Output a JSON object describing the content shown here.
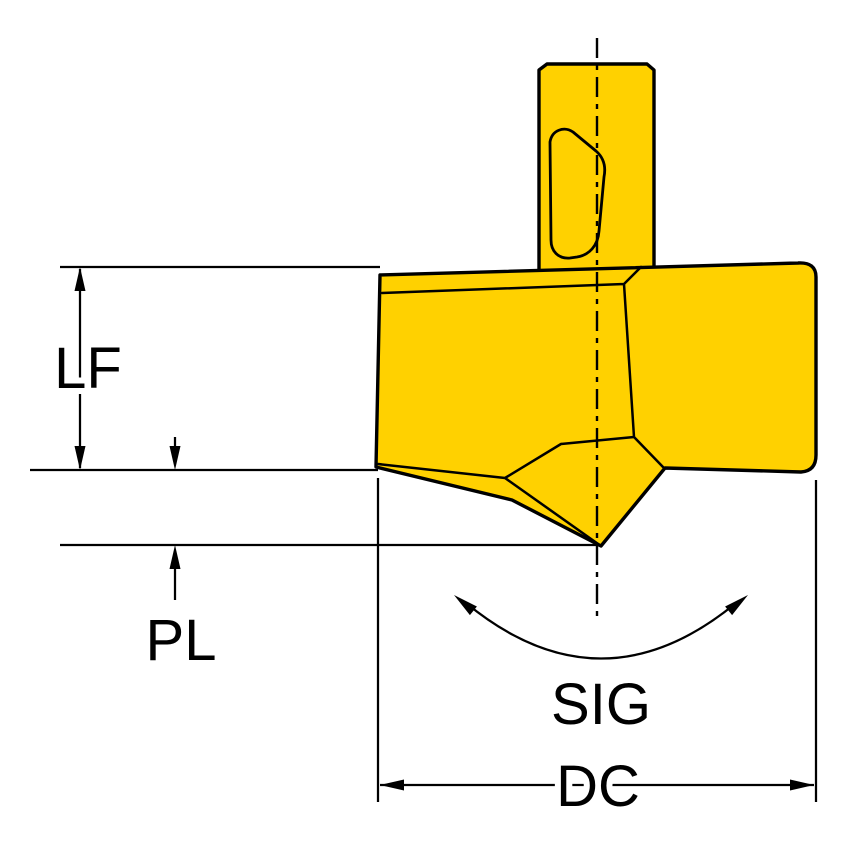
{
  "diagram": {
    "subject": "drill-insert-dimension-drawing",
    "background_color": "#ffffff",
    "part_fill_color": "#FFD100",
    "line_color": "#000000",
    "labels": {
      "lf": "LF",
      "pl": "PL",
      "sig": "SIG",
      "dc": "DC"
    }
  }
}
